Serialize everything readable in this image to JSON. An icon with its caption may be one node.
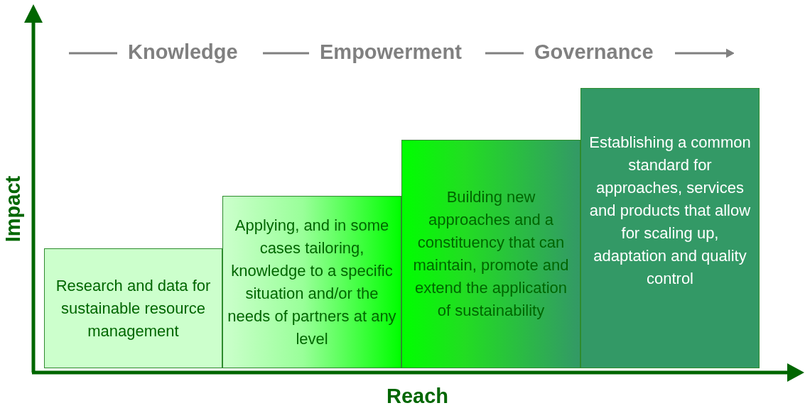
{
  "diagram": {
    "nodes": [
      {
        "text": [
          "Research and data for sustainable resource management"
        ]
      },
      {
        "text": [
          "Applying, and in some cases tailoring, knowledge to a specific situation and/or the needs of partners at any level"
        ]
      },
      {
        "text": [
          "Building new approaches and a constituency that can maintain, promote and extend the application of sustainability"
        ]
      },
      {
        "text": [
          "Establishing a common standard for approaches, services and products that allow for scaling up, adaptation and quality control"
        ]
      }
    ],
    "labels": [
      "Knowledge",
      "Empowerment",
      "Governance",
      "Impact",
      "Reach"
    ]
  }
}
